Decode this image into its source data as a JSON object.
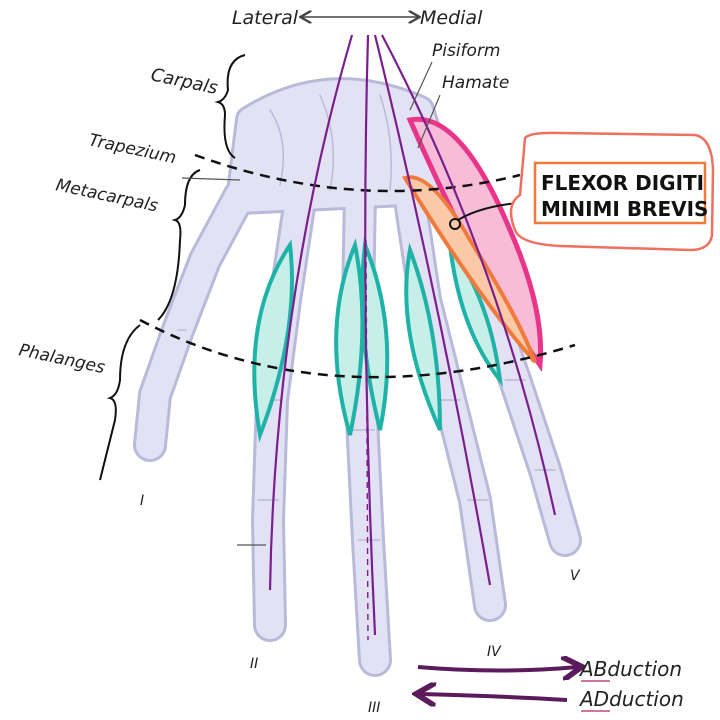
{
  "title": {
    "lateral": "Lateral",
    "medial": "Medial"
  },
  "labels": {
    "carpals": "Carpals",
    "trapezium": "Trapezium",
    "metacarpals": "Metacarpals",
    "phalanges": "Phalanges",
    "pisiform": "Pisiform",
    "hamate": "Hamate"
  },
  "digits": [
    "I",
    "II",
    "III",
    "IV",
    "V"
  ],
  "callout": {
    "line1": "FLEXOR DIGITI",
    "line2": "MINIMI BREVIS"
  },
  "motions": {
    "abduction": "ABduction",
    "adduction": "ADduction"
  },
  "colors": {
    "bone": "#e2e2f4",
    "bone_outline": "#b9b9da",
    "axis": "#7a1f8c",
    "interossei": "#1fb3a8",
    "muscle_pink": "#e8358a",
    "muscle_orange": "#f07a3c",
    "callout_border": "#ee7060",
    "arrow": "#5a1a5c"
  }
}
